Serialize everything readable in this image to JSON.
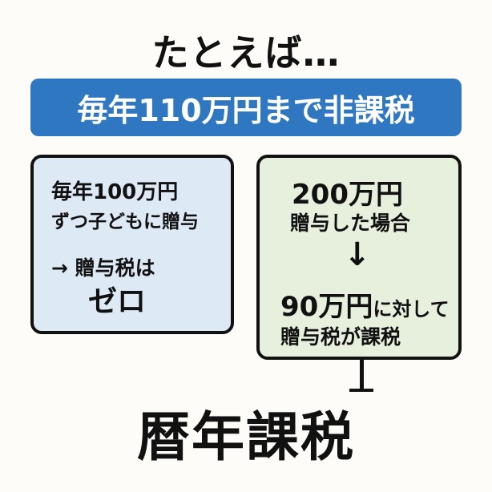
{
  "title": "たとえば…",
  "banner": "毎年110万円まで非課税",
  "left_box": {
    "line1": "毎年100万円",
    "line2": "ずつ子どもに贈与",
    "line3": "→ 贈与税は",
    "line4": "ゼロ"
  },
  "right_box": {
    "line1": "200万円",
    "line2": "贈与した場合",
    "arrow": "↓",
    "line3a": "90万円",
    "line3b": "に対して",
    "line4": "贈与税が課税"
  },
  "bottom_label": "暦年課税",
  "colors": {
    "banner": "#2f77c1",
    "left_box": "#dde9f5",
    "right_box": "#e6f0dd",
    "background": "#fdfcf8"
  }
}
